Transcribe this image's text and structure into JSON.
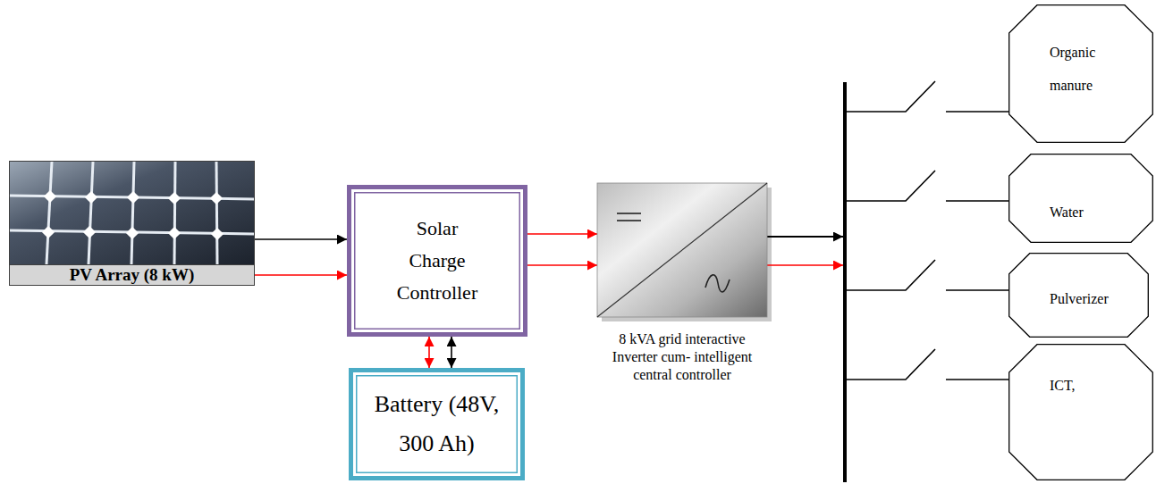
{
  "diagram": {
    "nodes": [
      {
        "text": [
          "PV Array (8 kW)"
        ]
      },
      {
        "text": [
          "Solar Charge Controller"
        ]
      },
      {
        "text": [
          "Battery (48V, 300 Ah)"
        ]
      },
      {
        "text": [
          "8 kVA grid interactive Inverter cum- intelligent central controller"
        ]
      },
      {
        "text": [
          "Organic manure"
        ]
      },
      {
        "text": [
          "Water"
        ]
      },
      {
        "text": [
          "Pulverizer"
        ]
      },
      {
        "text": [
          "ICT,"
        ]
      }
    ],
    "edges": [
      {
        "from": 0,
        "to": 1,
        "arrow": "to"
      },
      {
        "from": 0,
        "to": 1,
        "arrow": "to"
      },
      {
        "from": 1,
        "to": 3,
        "arrow": "to"
      },
      {
        "from": 1,
        "to": 3,
        "arrow": "to"
      },
      {
        "from": 1,
        "to": 2,
        "arrow": "both"
      },
      {
        "from": 1,
        "to": 2,
        "arrow": "both"
      },
      {
        "from": 3,
        "to": 4,
        "arrow": "none"
      },
      {
        "from": 3,
        "to": 5,
        "arrow": "none"
      },
      {
        "from": 3,
        "to": 6,
        "arrow": "none"
      },
      {
        "from": 3,
        "to": 7,
        "arrow": "none"
      }
    ]
  }
}
